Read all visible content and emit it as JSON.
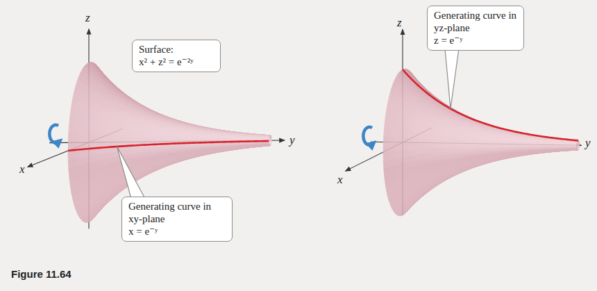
{
  "diagram": {
    "nodes": [
      {
        "text": [
          "Surface:",
          "x² + z² = e⁻²ʸ"
        ]
      },
      {
        "text": [
          "Generating curve in xy-plane",
          "x = e⁻ʸ"
        ]
      },
      {
        "text": [
          "Generating curve in yz-plane",
          "z = e⁻ʸ"
        ]
      }
    ],
    "labels": [
      "z",
      "y",
      "x",
      "z",
      "y",
      "x",
      "Figure 11.64"
    ]
  }
}
